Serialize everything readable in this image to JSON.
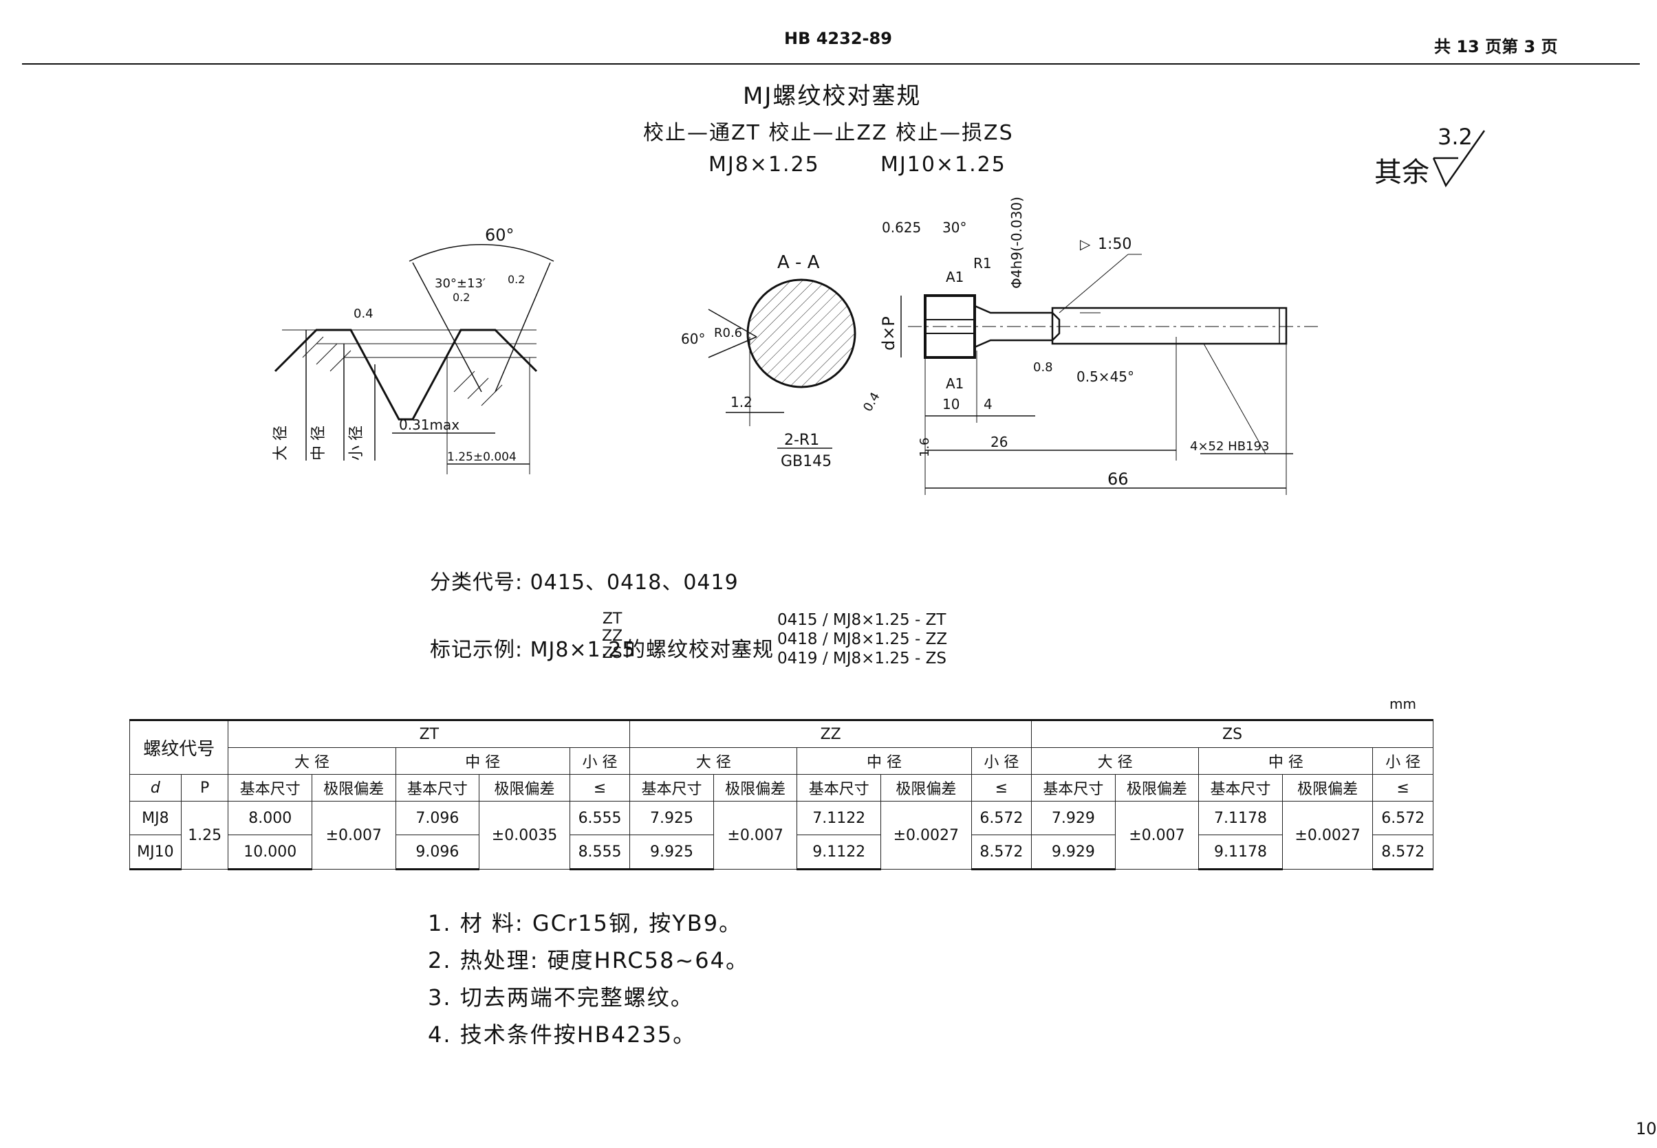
{
  "header": {
    "std_no": "HB 4232-89",
    "page_info": "共 13 页第 3 页"
  },
  "title": {
    "main": "MJ螺纹校对塞规",
    "types": "校止—通ZT  校止—止ZZ  校止—损ZS",
    "sizes": [
      "MJ8×1.25",
      "MJ10×1.25"
    ]
  },
  "roughness": {
    "label": "其余",
    "value": "3.2"
  },
  "drawing": {
    "profile": {
      "angle": "60°",
      "half_angle": "30°±13′",
      "ra1": "0.2",
      "ra2": "0.2",
      "ra3": "0.4",
      "root": "0.31max",
      "pitch": "1.25±0.004",
      "d_major": "大 径",
      "d_pitch": "中 径",
      "d_minor": "小 径"
    },
    "section": {
      "label": "A - A",
      "angle": "60°",
      "radius": "R0.6",
      "dim": "1.2",
      "cs": "2-R1",
      "std": "GB145"
    },
    "plug": {
      "chamfer1": "0.625",
      "chamfer_angle": "30°",
      "shank": "Φ4h9(-0.030)",
      "taper": "1:50",
      "r1": "R1",
      "a1": "A1",
      "a1b": "A1",
      "thread": "d×P",
      "ra_08": "0.8",
      "chamfer2": "0.5×45°",
      "d10": "10",
      "d4": "4",
      "d26": "26",
      "d66": "66",
      "ra04": "0.4",
      "ra16": "1.6",
      "handle": "4×52 HB193"
    }
  },
  "classification": "分类代号: 0415、0418、0419",
  "marking": {
    "label": "标记示例: MJ8×1.25",
    "stack": [
      "ZT",
      "ZZ",
      "ZS"
    ],
    "suffix": "的螺纹校对塞规",
    "codes": [
      "0415 / MJ8×1.25 - ZT",
      "0418 / MJ8×1.25 - ZZ",
      "0419 / MJ8×1.25 - ZS"
    ]
  },
  "table": {
    "unit": "mm",
    "head_thread": "螺纹代号",
    "groups": [
      "ZT",
      "ZZ",
      "ZS"
    ],
    "major": "大 径",
    "pitch_d": "中 径",
    "minor": "小 径",
    "basic": "基本尺寸",
    "tol": "极限偏差",
    "le": "≤",
    "col_d": "d",
    "col_p": "P",
    "p_value": "1.25",
    "rows": [
      {
        "d": "MJ8",
        "zt_maj": "8.000",
        "zt_pit": "7.096",
        "zt_min": "6.555",
        "zz_maj": "7.925",
        "zz_pit": "7.1122",
        "zz_min": "6.572",
        "zs_maj": "7.929",
        "zs_pit": "7.1178",
        "zs_min": "6.572"
      },
      {
        "d": "MJ10",
        "zt_maj": "10.000",
        "zt_pit": "9.096",
        "zt_min": "8.555",
        "zz_maj": "9.925",
        "zz_pit": "9.1122",
        "zz_min": "8.572",
        "zs_maj": "9.929",
        "zs_pit": "9.1178",
        "zs_min": "8.572"
      }
    ],
    "tol_zt_maj": "±0.007",
    "tol_zt_pit": "±0.0035",
    "tol_zz_maj": "±0.007",
    "tol_zz_pit": "±0.0027",
    "tol_zs_maj": "±0.007",
    "tol_zs_pit": "±0.0027"
  },
  "notes": [
    "1. 材 料: GCr15钢, 按YB9。",
    "2. 热处理: 硬度HRC58~64。",
    "3. 切去两端不完整螺纹。",
    "4. 技术条件按HB4235。"
  ],
  "page_corner": "10"
}
